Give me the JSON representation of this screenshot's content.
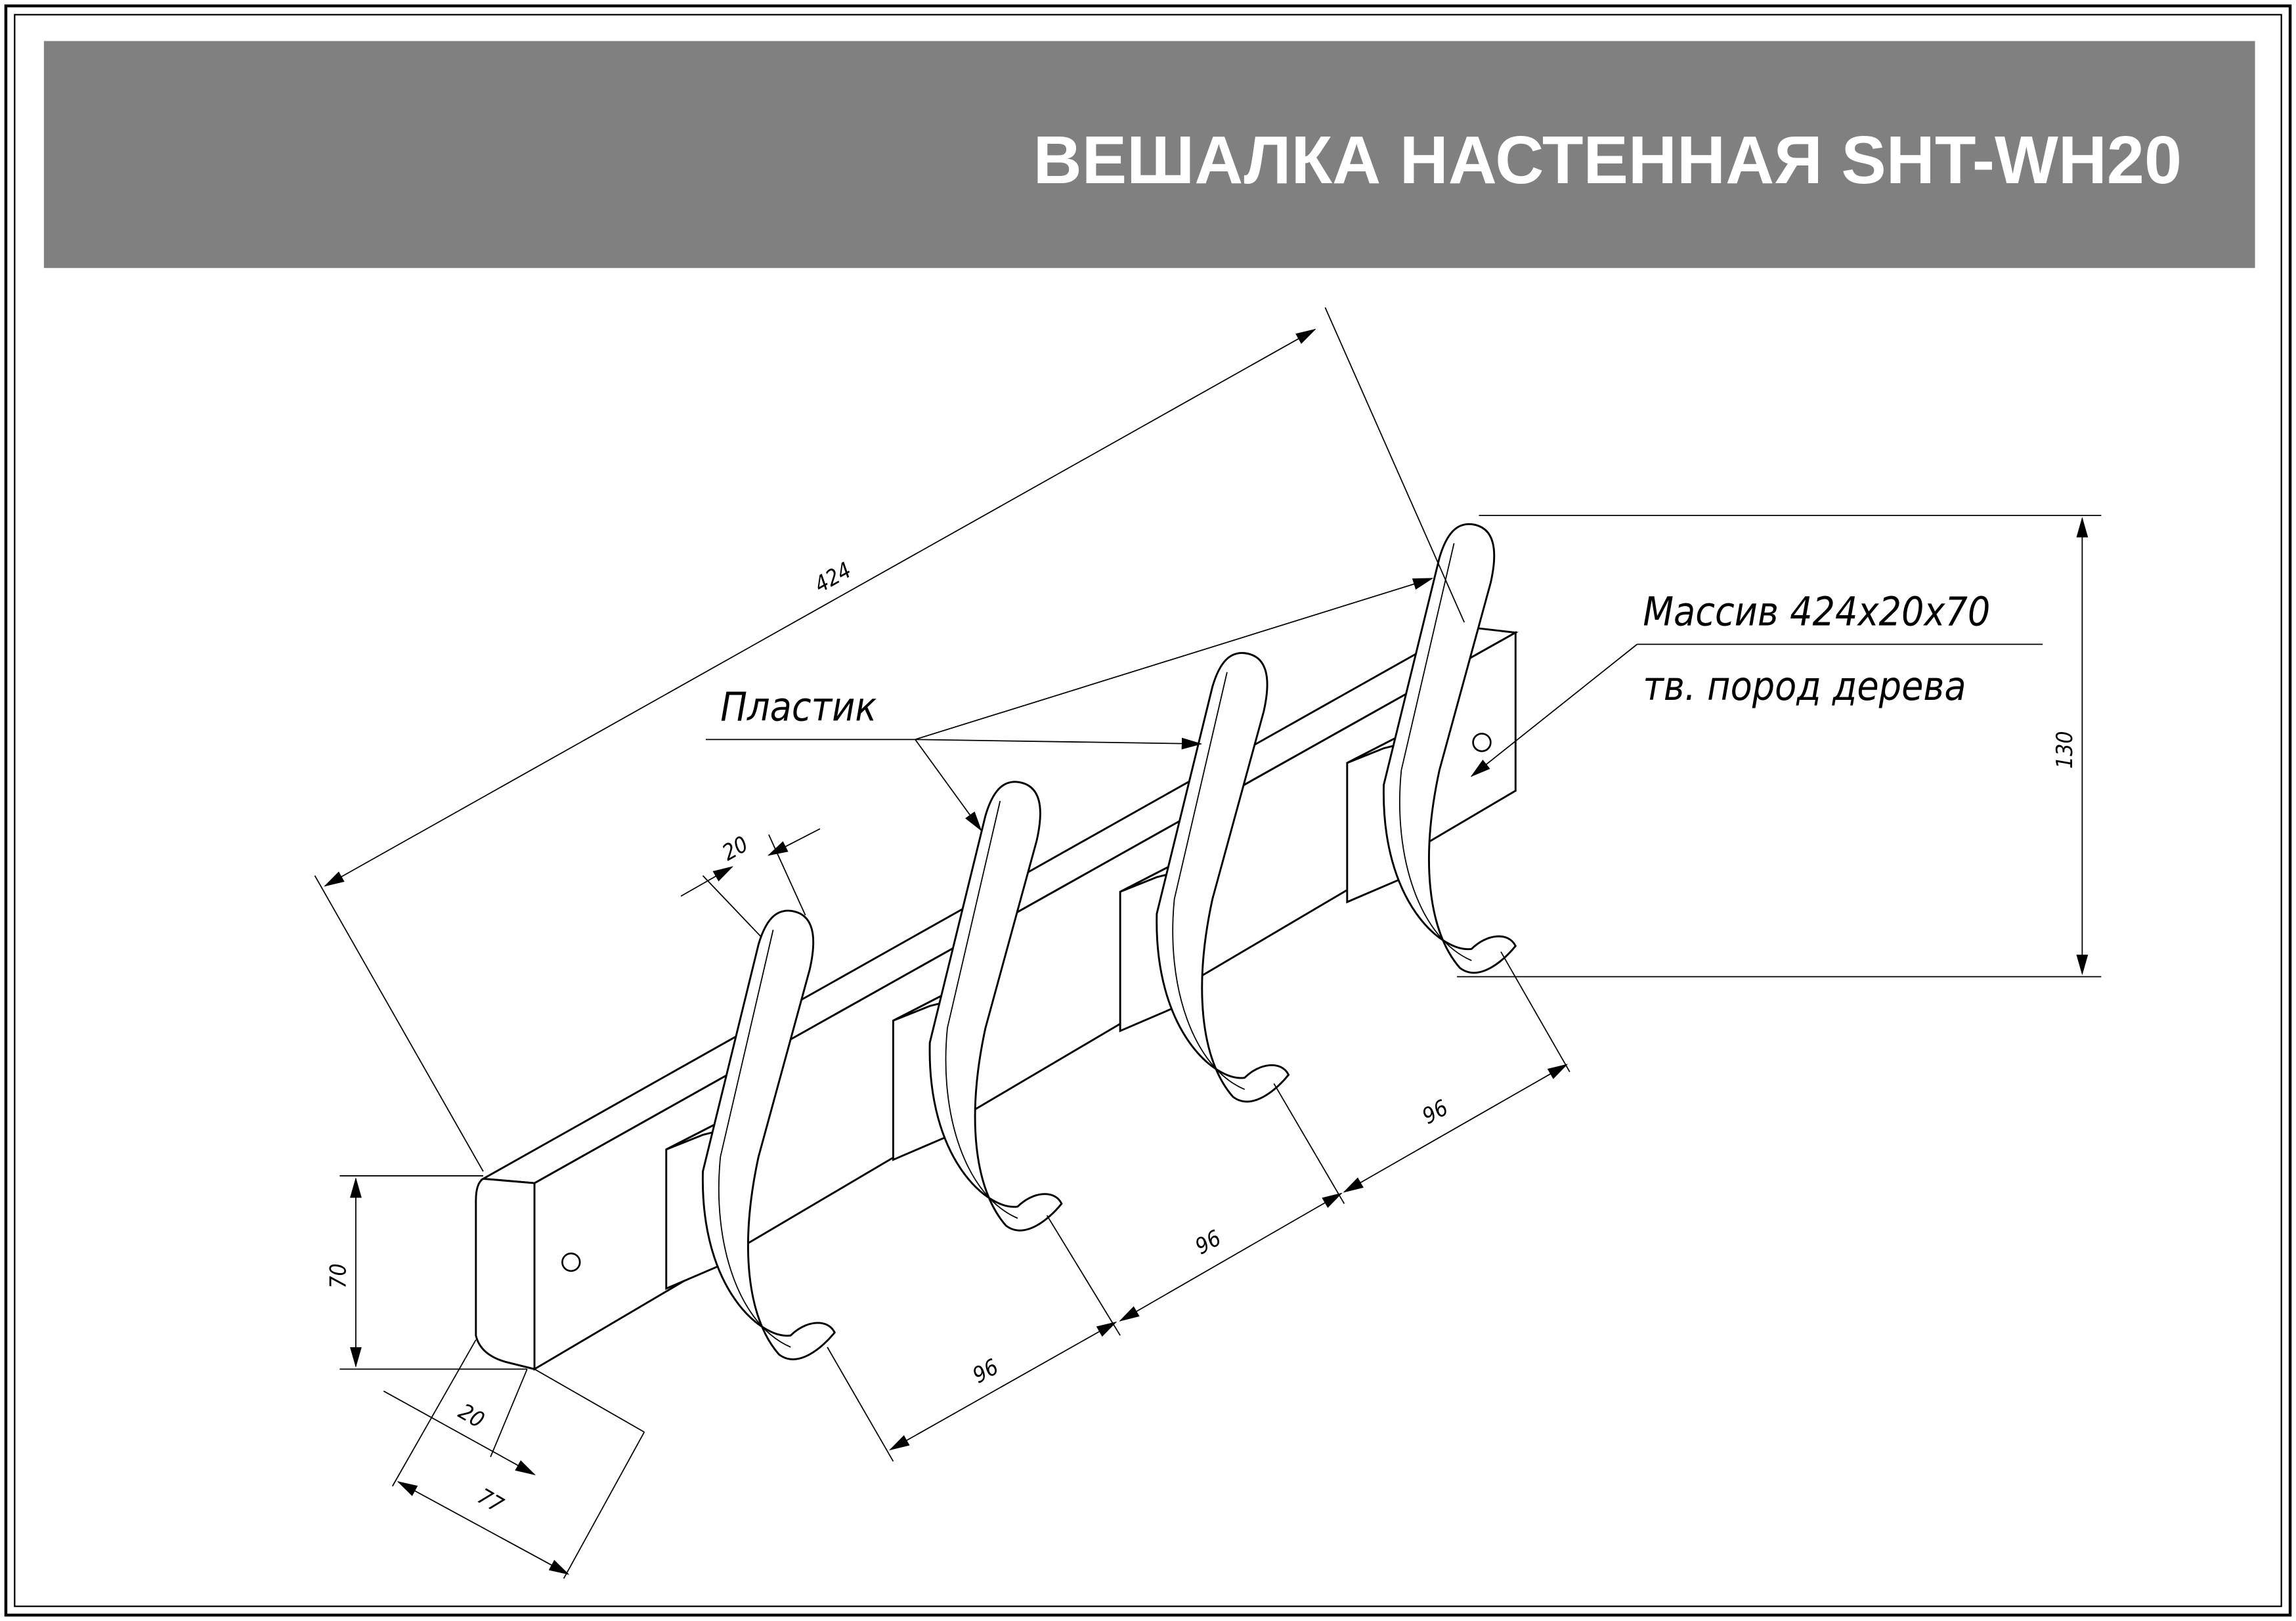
{
  "title": "ВЕШАЛКА НАСТЕННАЯ SHT-WH20",
  "labels": {
    "plastic": "Пластик",
    "material_line1": "Массив 424х20х70",
    "material_line2": "тв. пород дерева"
  },
  "dimensions": {
    "length": "424",
    "height": "70",
    "thickness": "20",
    "depth": "77",
    "hook_width": "20",
    "spacing_1": "96",
    "spacing_2": "96",
    "spacing_3": "96",
    "hook_height": "130"
  },
  "colors": {
    "title_bar": "#808080",
    "line": "#000000"
  }
}
